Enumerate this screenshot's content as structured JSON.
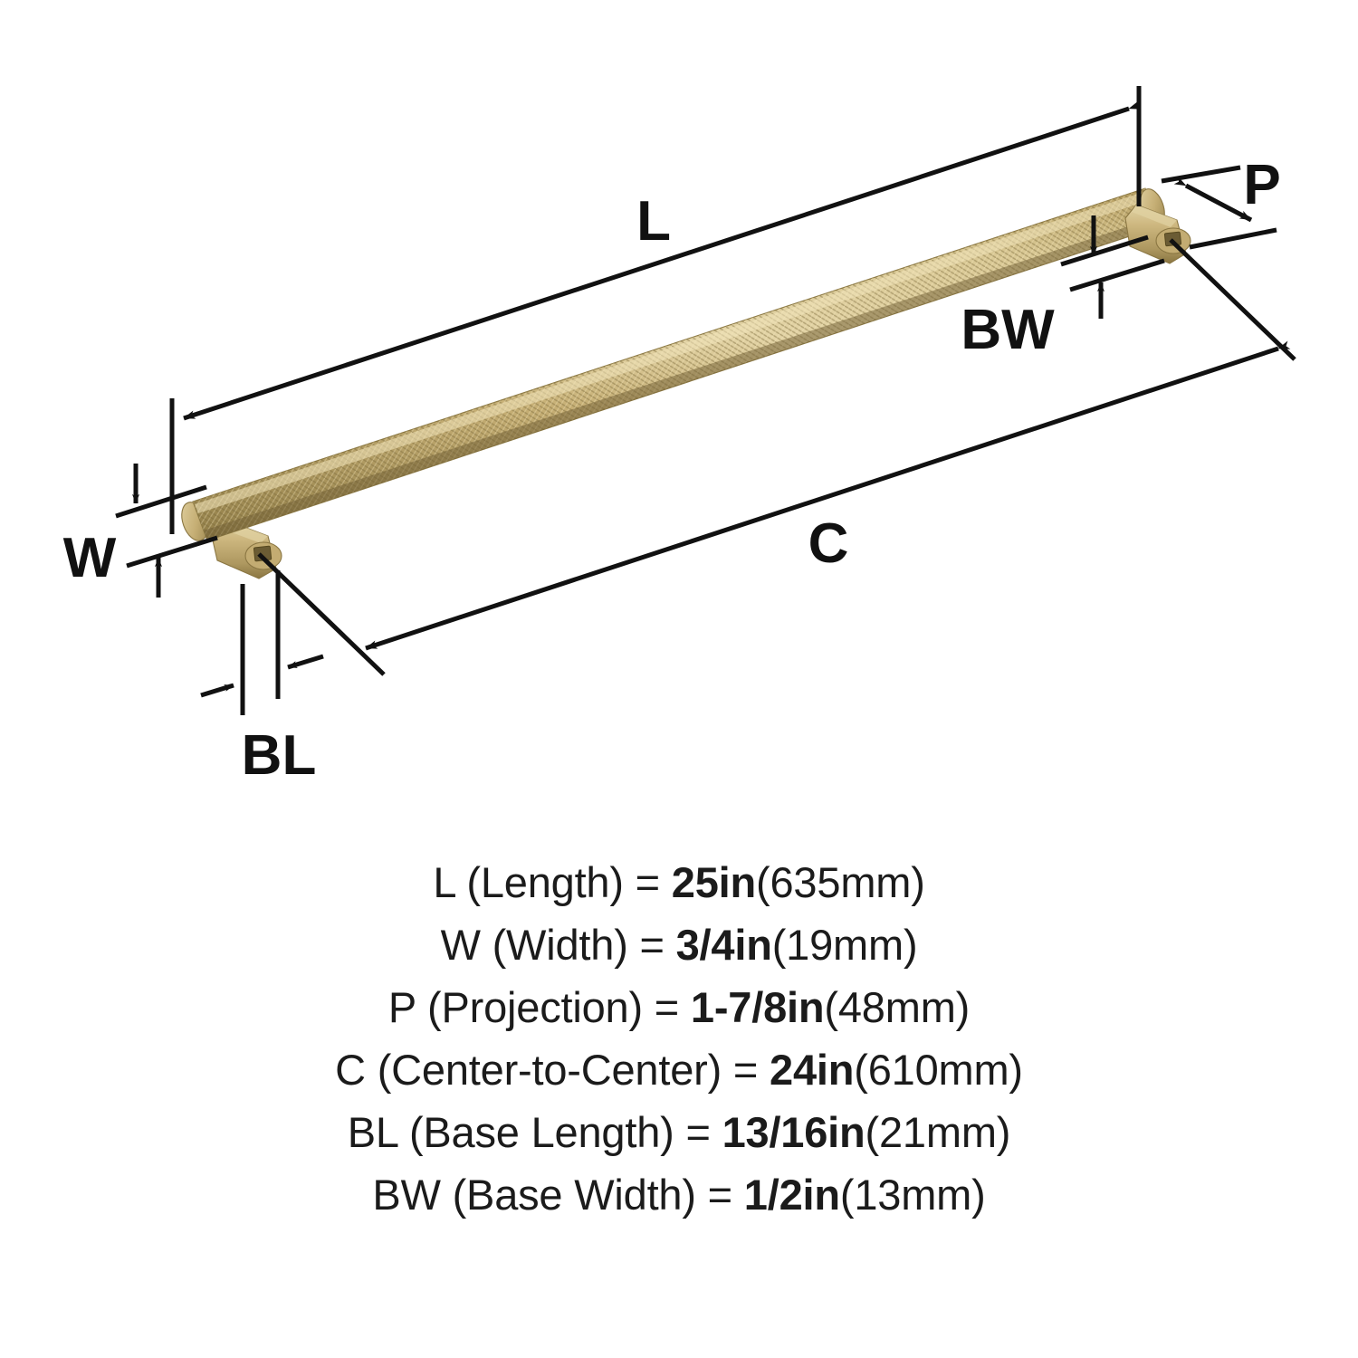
{
  "diagram": {
    "title_alt": "Cabinet bar pull dimension diagram",
    "product": {
      "finish_name": "champagne-bronze",
      "colors": {
        "bar_light": "#DCCB96",
        "bar_mid": "#C4AE72",
        "bar_dark": "#9E8A52",
        "bar_shadow": "#7E6C3E",
        "endcap": "#CDBA83",
        "post": "#C0A96C",
        "hole": "#6B5C34",
        "line": "#111111"
      }
    },
    "callouts": [
      {
        "key": "L",
        "label": "L",
        "name": "length"
      },
      {
        "key": "W",
        "label": "W",
        "name": "width"
      },
      {
        "key": "P",
        "label": "P",
        "name": "projection"
      },
      {
        "key": "C",
        "label": "C",
        "name": "center-to-center"
      },
      {
        "key": "BL",
        "label": "BL",
        "name": "base-length"
      },
      {
        "key": "BW",
        "label": "BW",
        "name": "base-width"
      }
    ]
  },
  "specs": [
    {
      "key": "L",
      "label": "L (Length) = ",
      "value_in": "25in",
      "value_mm": "(635mm)"
    },
    {
      "key": "W",
      "label": "W (Width) = ",
      "value_in": "3/4in",
      "value_mm": "(19mm)"
    },
    {
      "key": "P",
      "label": "P (Projection) = ",
      "value_in": "1-7/8in",
      "value_mm": "(48mm)"
    },
    {
      "key": "C",
      "label": "C (Center-to-Center) = ",
      "value_in": "24in",
      "value_mm": "(610mm)"
    },
    {
      "key": "BL",
      "label": "BL (Base Length) = ",
      "value_in": "13/16in",
      "value_mm": "(21mm)"
    },
    {
      "key": "BW",
      "label": "BW (Base Width) = ",
      "value_in": "1/2in",
      "value_mm": "(13mm)"
    }
  ]
}
